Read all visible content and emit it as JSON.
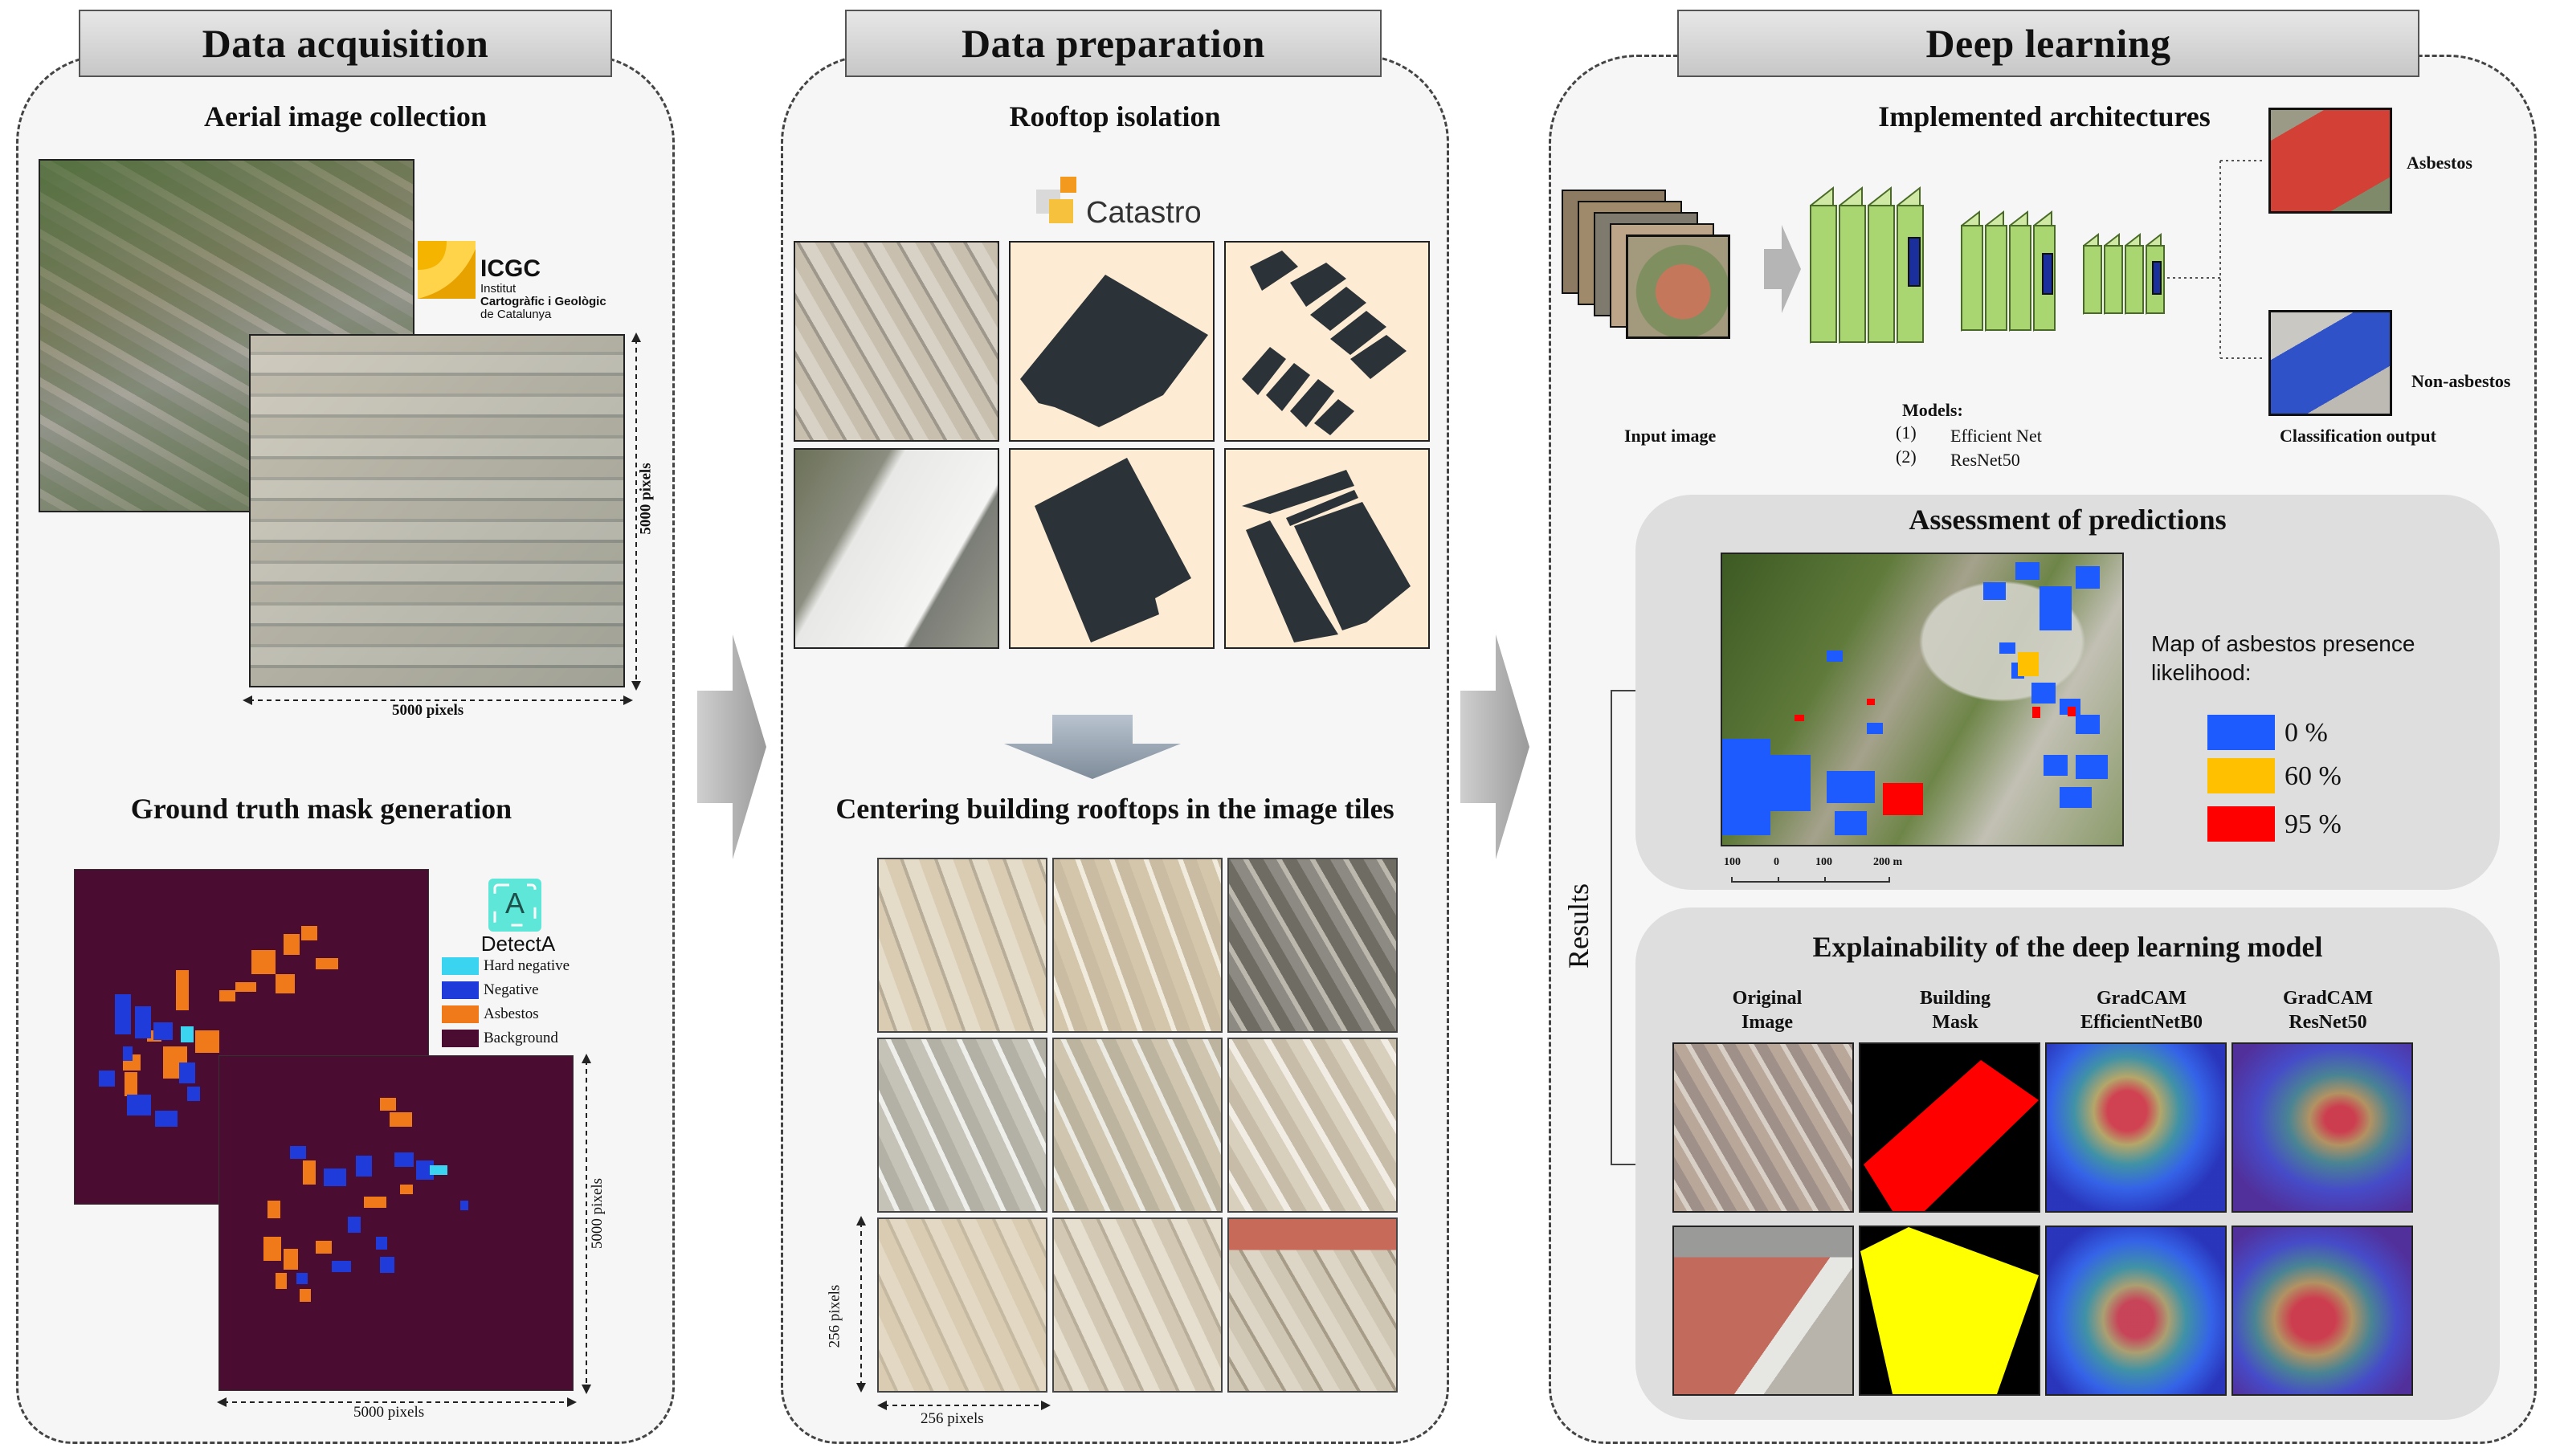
{
  "colors": {
    "asbestos_orange": "#f07a1a",
    "negative_blue": "#1f3bd9",
    "hard_negative_cyan": "#3ad3f0",
    "background_maroon": "#4a0c30",
    "footprint": "#2b3338",
    "cream": "#fdebd3",
    "pred_0": "#1e5bff",
    "pred_60": "#ffc000",
    "pred_95": "#ff0000",
    "icgc_yellow": "#f5b400",
    "catastro_orange": "#f39a1e"
  },
  "panel1": {
    "title": "Data acquisition",
    "aerial_title": "Aerial image collection",
    "icgc": {
      "logo_text": "ICGC",
      "line1": "Institut",
      "line2": "Cartogràfic i Geològic",
      "line3": "de Catalunya"
    },
    "dim_horizontal": "5000 pixels",
    "dim_vertical": "5000 pixels",
    "mask_title": "Ground truth mask generation",
    "detecta": {
      "logo_letter": "A",
      "logo_text": "DetectA"
    },
    "legend": [
      {
        "label": "Hard negative",
        "color": "#3ad3f0"
      },
      {
        "label": "Negative",
        "color": "#1f3bd9"
      },
      {
        "label": "Asbestos",
        "color": "#f07a1a"
      },
      {
        "label": "Background",
        "color": "#4a0c30"
      }
    ],
    "mask_dim_horizontal": "5000 pixels",
    "mask_dim_vertical": "5000 pixels"
  },
  "panel2": {
    "title": "Data preparation",
    "rooftop_title": "Rooftop isolation",
    "catastro_text": "Catastro",
    "centering_title": "Centering building rooftops in the image tiles",
    "tile_dim_vertical": "256 pixels",
    "tile_dim_horizontal": "256 pixels"
  },
  "panel3": {
    "title": "Deep learning",
    "arch_title": "Implemented architectures",
    "input_label": "Input image",
    "models_title": "Models:",
    "models": [
      {
        "num": "(1)",
        "name": "Efficient Net"
      },
      {
        "num": "(2)",
        "name": "ResNet50"
      }
    ],
    "output_label": "Classification output",
    "class_asbestos": "Asbestos",
    "class_non_asbestos": "Non-asbestos",
    "results_label": "Results",
    "assessment_title": "Assessment of predictions",
    "map_legend_title_1": "Map of asbestos presence",
    "map_legend_title_2": "likelihood:",
    "map_legend": [
      {
        "label": "0 %",
        "color": "#1e5bff"
      },
      {
        "label": "60 %",
        "color": "#ffc000"
      },
      {
        "label": "95 %",
        "color": "#ff0000"
      }
    ],
    "scale_labels": [
      "100",
      "0",
      "100",
      "200 m"
    ],
    "explain_title": "Explainability of the deep learning model",
    "explain_columns": [
      {
        "line1": "Original",
        "line2": "Image"
      },
      {
        "line1": "Building",
        "line2": "Mask"
      },
      {
        "line1": "GradCAM",
        "line2": "EfficientNetB0"
      },
      {
        "line1": "GradCAM",
        "line2": "ResNet50"
      }
    ]
  }
}
